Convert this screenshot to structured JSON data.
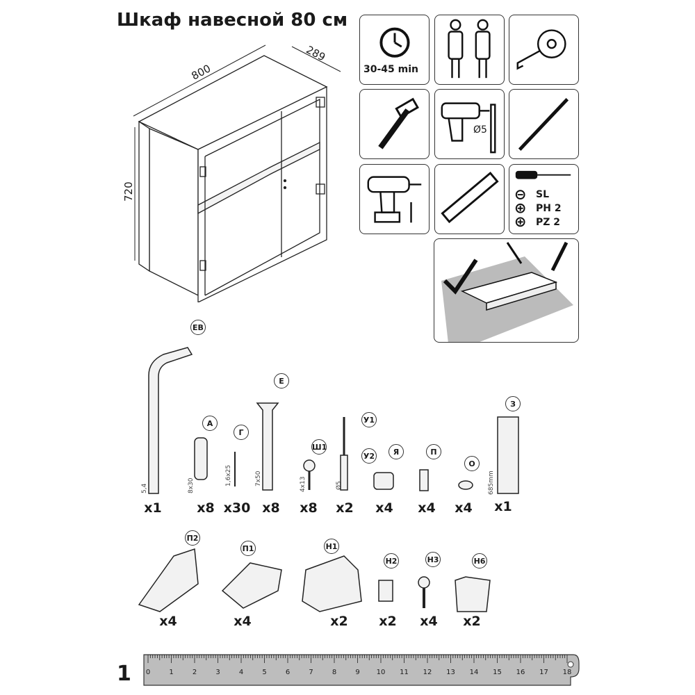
{
  "title": "Шкаф навесной 80 см",
  "dimensions": {
    "width": "800",
    "depth": "289",
    "height": "720"
  },
  "tiles": {
    "time": "30-45 min",
    "drill_size": "Ø5",
    "screwdriver_bits": [
      "SL",
      "PH 2",
      "PZ 2"
    ]
  },
  "parts": [
    {
      "label": "ЕВ",
      "size": "5,4",
      "qty": "x1"
    },
    {
      "label": "А",
      "size": "8x30",
      "qty": "x8"
    },
    {
      "label": "Г",
      "size": "1,6x25",
      "qty": "x30"
    },
    {
      "label": "Е",
      "size": "7x50",
      "qty": "x8"
    },
    {
      "label": "Ш1",
      "size": "4x13",
      "qty": "x8"
    },
    {
      "label": "У1",
      "size": "",
      "qty": ""
    },
    {
      "label": "У2",
      "size": "Ø5",
      "qty": "x2"
    },
    {
      "label": "Я",
      "size": "",
      "qty": "x4"
    },
    {
      "label": "П",
      "size": "",
      "qty": "x4"
    },
    {
      "label": "О",
      "size": "",
      "qty": "x4"
    },
    {
      "label": "З",
      "size": "685mm",
      "qty": "x1"
    }
  ],
  "hardware": [
    {
      "label": "П2",
      "qty": "x4"
    },
    {
      "label": "П1",
      "qty": "x4"
    },
    {
      "label": "Н1",
      "qty": "x2"
    },
    {
      "label": "Н2",
      "qty": "x2"
    },
    {
      "label": "Н3",
      "qty": "x4"
    },
    {
      "label": "Н6",
      "qty": "x2"
    }
  ],
  "ruler": {
    "labels": [
      "0",
      "1",
      "2",
      "3",
      "4",
      "5",
      "6",
      "7",
      "8",
      "9",
      "10",
      "11",
      "12",
      "13",
      "14",
      "15",
      "16",
      "17",
      "18"
    ]
  },
  "page_number": "1"
}
